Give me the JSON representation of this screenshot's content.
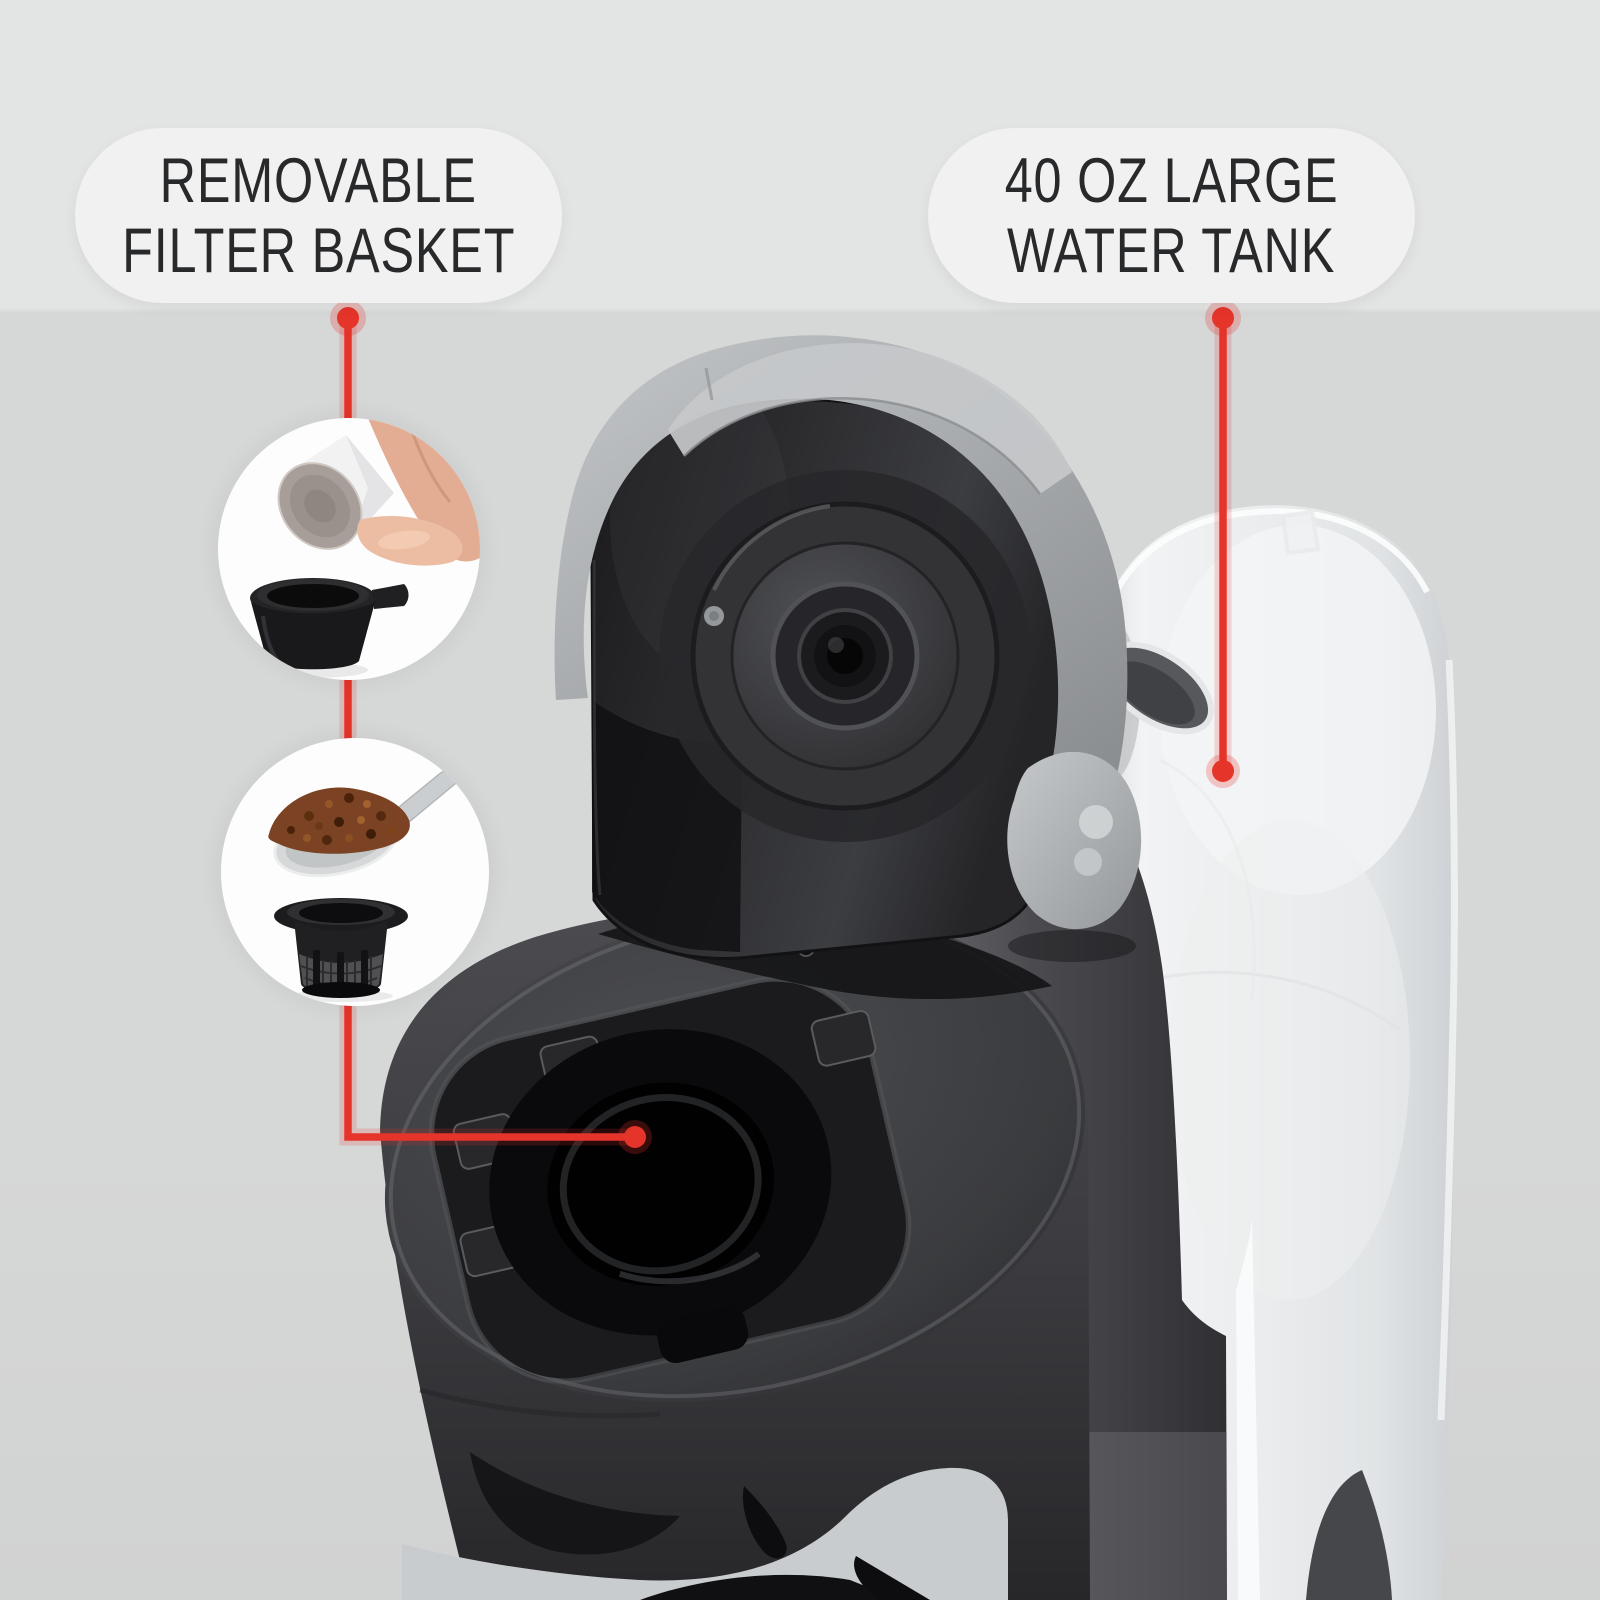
{
  "callouts": {
    "filter_basket": {
      "line1": "REMOVABLE",
      "line2": "FILTER BASKET"
    },
    "water_tank": {
      "line1": "40 OZ LARGE",
      "line2": "WATER TANK"
    }
  },
  "graphics": {
    "product": "single-serve-coffee-maker-with-open-pod-lid",
    "inset_top": "hand-holding-coffee-pod-above-filter-basket",
    "inset_bottom": "spoon-of-coffee-grounds-above-reusable-mesh-filter"
  },
  "colors": {
    "background": "#d6d7d7",
    "background_top": "#e3e4e4",
    "pill_fill": "#f1f1f2",
    "pill_text": "#28292b",
    "accent_red": "#e5342a"
  }
}
